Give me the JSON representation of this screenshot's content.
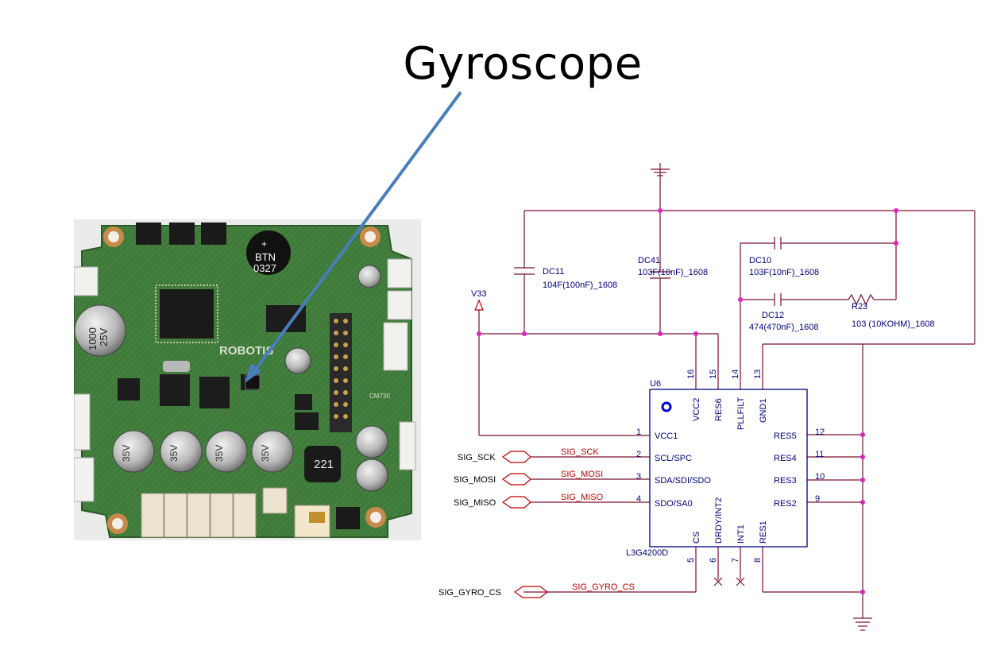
{
  "title": "Gyroscope",
  "board": {
    "silkscreen_logo": "ROBOTIS",
    "button_text": "BTN",
    "button_number": "0327",
    "inductor_code": "221",
    "big_cap": [
      "1000",
      "25V"
    ],
    "small_caps": [
      "35V",
      "35V",
      "35V",
      "35V"
    ],
    "note": "CM730"
  },
  "schematic": {
    "power_label": "V33",
    "chip_ref": "U6",
    "chip_part": "L3G4200D",
    "caps": [
      {
        "ref": "DC11",
        "value": "104F(100nF)_1608"
      },
      {
        "ref": "DC41",
        "value": "103F(10nF)_1608"
      },
      {
        "ref": "DC10",
        "value": "103F(10nF)_1608"
      },
      {
        "ref": "DC12",
        "value": "474(470nF)_1608"
      }
    ],
    "resistor": {
      "ref": "R23",
      "value": "103 (10KOHM)_1608"
    },
    "top_pins": [
      {
        "num": "16",
        "name": "VCC2"
      },
      {
        "num": "15",
        "name": "RES6"
      },
      {
        "num": "14",
        "name": "PLLFILT"
      },
      {
        "num": "13",
        "name": "GND1"
      }
    ],
    "left_pins": [
      {
        "num": "1",
        "name": "VCC1"
      },
      {
        "num": "2",
        "name": "SCL/SPC"
      },
      {
        "num": "3",
        "name": "SDA/SDI/SDO"
      },
      {
        "num": "4",
        "name": "SDO/SA0"
      }
    ],
    "right_pins": [
      {
        "num": "12",
        "name": "RES5"
      },
      {
        "num": "11",
        "name": "RES4"
      },
      {
        "num": "10",
        "name": "RES3"
      },
      {
        "num": "9",
        "name": "RES2"
      }
    ],
    "bottom_pins": [
      {
        "num": "5",
        "name": "CS"
      },
      {
        "num": "6",
        "name": "DRDY/INT2"
      },
      {
        "num": "7",
        "name": "INT1"
      },
      {
        "num": "8",
        "name": "RES1"
      }
    ],
    "signals": [
      {
        "port": "SIG_SCK",
        "net": "SIG_SCK"
      },
      {
        "port": "SIG_MOSI",
        "net": "SIG_MOSI"
      },
      {
        "port": "SIG_MISO",
        "net": "SIG_MISO"
      },
      {
        "port": "SIG_GYRO_CS",
        "net": "SIG_GYRO_CS"
      }
    ]
  },
  "colors": {
    "arrow": "#4a7ebb",
    "wire": "#7a1030",
    "junction": "#e020c0",
    "label": "#000080",
    "net": "#c00000",
    "board": "#3f7a3a"
  }
}
